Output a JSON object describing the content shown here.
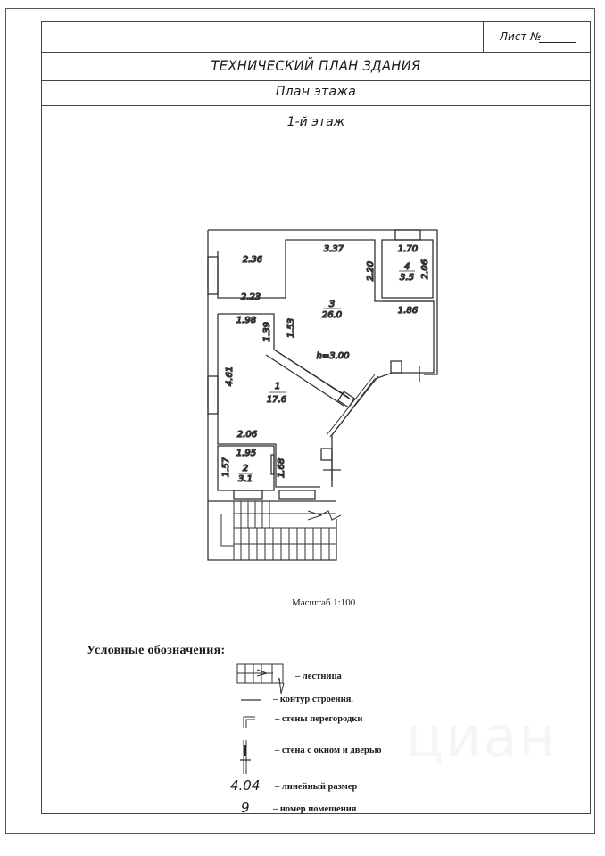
{
  "header": {
    "sheet_label": "Лист №",
    "title": "ТЕХНИЧЕСКИЙ ПЛАН ЗДАНИЯ",
    "subtitle": "План этажа",
    "floor": "1-й этаж"
  },
  "plan": {
    "ceiling_height": "h=3.00",
    "rooms": [
      {
        "number": "1",
        "area": "17.6"
      },
      {
        "number": "2",
        "area": "3.1"
      },
      {
        "number": "3",
        "area": "26.0"
      },
      {
        "number": "4",
        "area": "3.5"
      }
    ],
    "dimensions": {
      "d_3_37": "3.37",
      "d_2_36": "2.36",
      "d_2_20": "2.20",
      "d_2_23": "2.23",
      "d_1_70": "1.70",
      "d_2_06_r4": "2.06",
      "d_1_86": "1.86",
      "d_1_98": "1.98",
      "d_1_39": "1.39",
      "d_1_53": "1.53",
      "d_4_61": "4.61",
      "d_2_06_r1": "2.06",
      "d_1_95": "1.95",
      "d_1_57": "1.57",
      "d_1_68": "1.68"
    }
  },
  "scale": "Масштаб 1:100",
  "legend": {
    "title": "Условные обозначения:",
    "items": [
      {
        "symbol": "stair-symbol",
        "label": "– лестница"
      },
      {
        "symbol": "outline-symbol",
        "label": "– контур строения."
      },
      {
        "symbol": "partition-symbol",
        "label": "– стены перегородки"
      },
      {
        "symbol": "window-door-symbol",
        "label": "– стена с окном и дверью"
      },
      {
        "symbol": "text",
        "sample": "4.04",
        "label": "– линейный размер"
      },
      {
        "symbol": "text",
        "sample": "9",
        "label": "– номер помещения"
      }
    ]
  },
  "watermark": "циан"
}
